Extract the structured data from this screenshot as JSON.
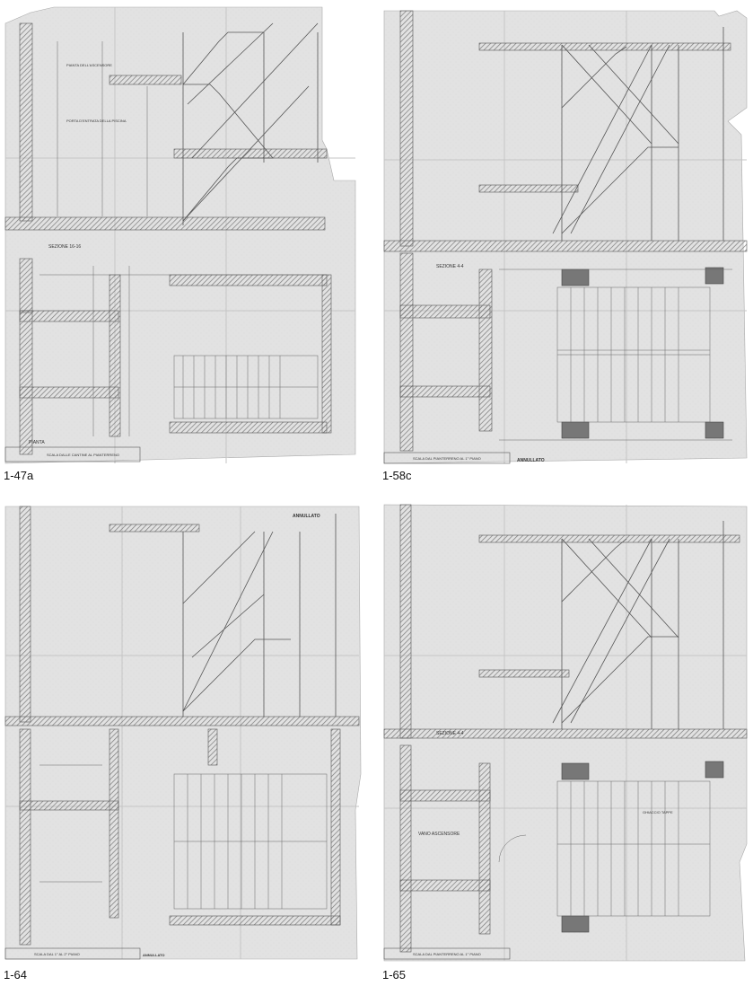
{
  "sheets": [
    {
      "id": "1-47a",
      "caption": "1-47a",
      "section_label": "SEZIONE 16-16",
      "plan_label": "PIANTA",
      "notes": [
        "PIANTA DELL'ASCENSORE",
        "PORTA D'ENTRATA DELLA PISCINA"
      ],
      "title_block": [
        "SCALA DALLE CANTINE AL PIANTERRENO"
      ]
    },
    {
      "id": "1-58c",
      "caption": "1-58c",
      "section_label": "SEZIONE 4-4",
      "stamp": "ANNULLATO",
      "title_block": [
        "SCALA DAL PIANTERRENO AL 1° PIANO"
      ]
    },
    {
      "id": "1-64",
      "caption": "1-64",
      "stamp": "ANNULLATO",
      "stamp_bottom": "ANNULLATO",
      "title_block": [
        "SCALA DAL 1° AL 2° PIANO"
      ]
    },
    {
      "id": "1-65",
      "caption": "1-65",
      "section_label": "SEZIONE 4-4",
      "notes": [
        "VANO ASCENSORE",
        "GHIACCIO TAPPE"
      ],
      "title_block": [
        "SCALA DAL PIANTERRENO AL 1° PIANO"
      ]
    }
  ],
  "colors": {
    "paper": "#e4e4e4",
    "line": "#555555",
    "hatch": "#8a8a8a",
    "page": "#ffffff"
  }
}
